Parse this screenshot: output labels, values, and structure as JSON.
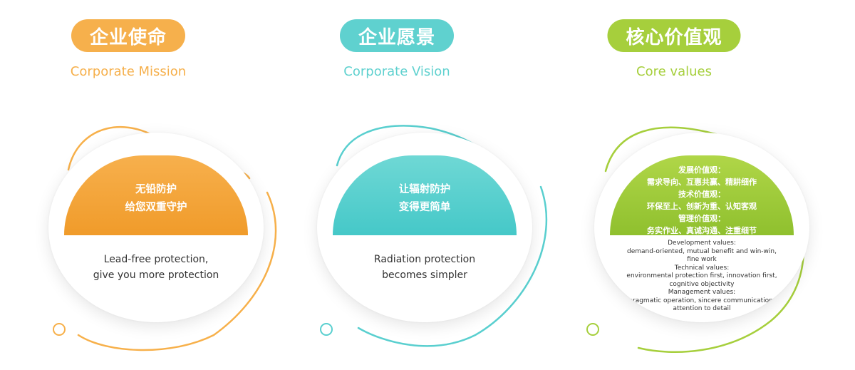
{
  "colors": {
    "orange": "#f6b04c",
    "teal": "#5fd1cf",
    "green": "#a6cf3c"
  },
  "cards": [
    {
      "title_zh": "企业使命",
      "title_en": "Corporate Mission",
      "inner_zh": [
        "无铅防护",
        "给您双重守护"
      ],
      "inner_en": [
        "Lead-free protection,",
        "give you more protection"
      ]
    },
    {
      "title_zh": "企业愿景",
      "title_en": "Corporate Vision",
      "inner_zh": [
        "让辐射防护",
        "变得更简单"
      ],
      "inner_en": [
        "Radiation protection",
        "becomes simpler"
      ]
    },
    {
      "title_zh": "核心价值观",
      "title_en": "Core values",
      "inner_zh": [
        "发展价值观：",
        "需求导向、互惠共赢、精耕细作",
        "技术价值观：",
        "环保至上、创新为重、认知客观",
        "管理价值观：",
        "务实作业、真诚沟通、注重细节"
      ],
      "inner_en": [
        "Development values:",
        "demand-oriented, mutual benefit and win-win,",
        "fine work",
        "Technical values:",
        "environmental protection first, innovation first,",
        "cognitive objectivity",
        "Management values:",
        "pragmatic operation, sincere communication,",
        "attention to detail"
      ]
    }
  ]
}
